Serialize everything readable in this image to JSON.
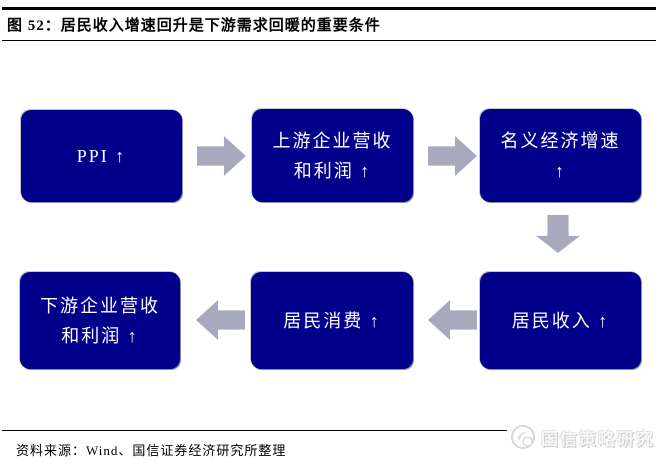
{
  "figure": {
    "title": "图 52：居民收入增速回升是下游需求回暖的重要条件",
    "source": "资料来源：Wind、国信证券经济研究所整理",
    "watermark": "国信策略研究"
  },
  "colors": {
    "box_fill": "#00008B",
    "box_text": "#FFFFFF",
    "arrow": "#A9A9BE",
    "rule": "#000000",
    "watermark_gray": "#D0D0D0"
  },
  "flow": {
    "nodes": [
      {
        "id": "ppi",
        "lines": [
          "PPI ↑"
        ]
      },
      {
        "id": "upstream",
        "lines": [
          "上游企业营收",
          "和利润 ↑"
        ]
      },
      {
        "id": "nominal-gdp",
        "lines": [
          "名义经济增速",
          "↑"
        ]
      },
      {
        "id": "income",
        "lines": [
          "居民收入 ↑"
        ]
      },
      {
        "id": "consumption",
        "lines": [
          "居民消费 ↑"
        ]
      },
      {
        "id": "downstream",
        "lines": [
          "下游企业营收",
          "和利润 ↑"
        ]
      }
    ],
    "edges": [
      {
        "from": "ppi",
        "to": "upstream",
        "direction": "right"
      },
      {
        "from": "upstream",
        "to": "nominal-gdp",
        "direction": "right"
      },
      {
        "from": "nominal-gdp",
        "to": "income",
        "direction": "down"
      },
      {
        "from": "income",
        "to": "consumption",
        "direction": "left"
      },
      {
        "from": "consumption",
        "to": "downstream",
        "direction": "left"
      }
    ]
  }
}
